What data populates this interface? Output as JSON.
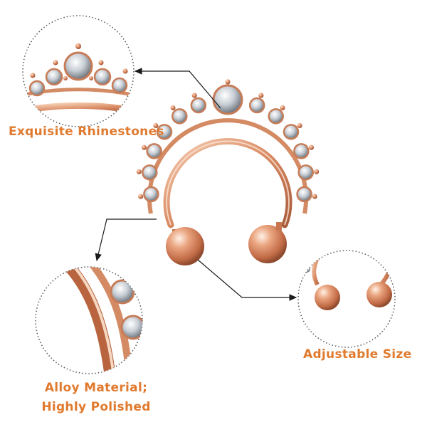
{
  "colors": {
    "caption": "#e07a2e",
    "rose_gold_dark": "#b8643f",
    "rose_gold": "#e39b75",
    "rose_gold_light": "#f7d2b9",
    "gem": "#d8dde2",
    "dotted_circle": "#555555",
    "arrow": "#1a1a1a"
  },
  "captions": {
    "rhinestones": "Exquisite Rhinestones",
    "adjustable": "Adjustable Size",
    "alloy_line1": "Alloy Material;",
    "alloy_line2": "Highly Polished"
  },
  "icons": [
    "rhinestone-icon",
    "arrow-icon",
    "ball-end-icon"
  ]
}
